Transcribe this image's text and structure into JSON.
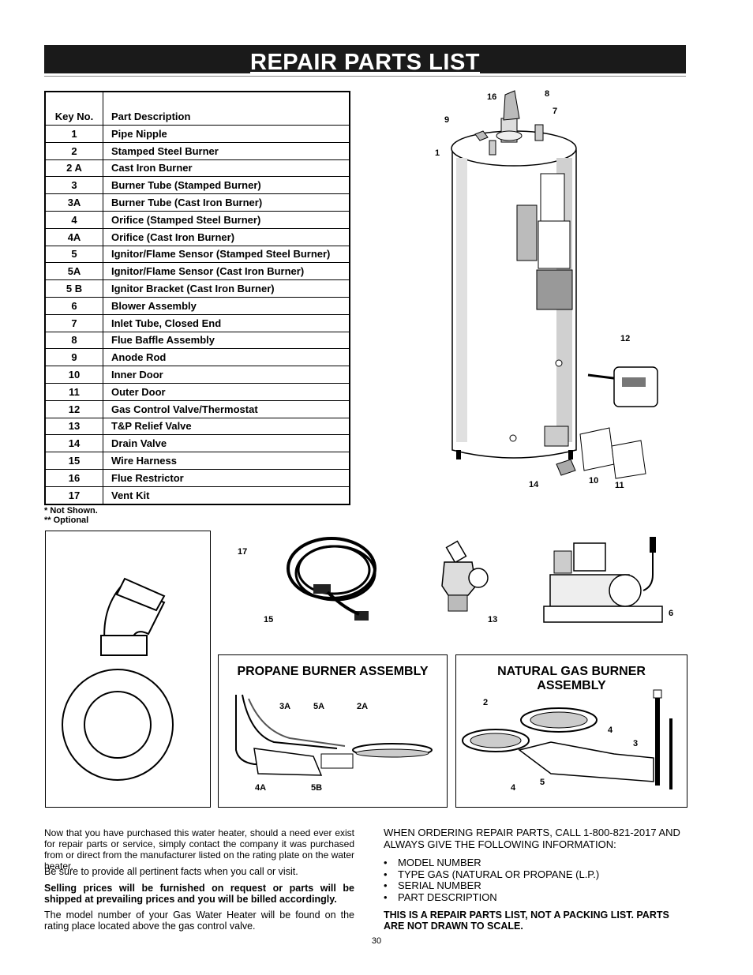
{
  "page": {
    "title": "REPAIR PARTS LIST",
    "page_number": "30"
  },
  "parts_table": {
    "headers": {
      "key": "Key No.",
      "description": "Part Description"
    },
    "rows": [
      {
        "key": "1",
        "description": "Pipe Nipple"
      },
      {
        "key": "2",
        "description": "Stamped Steel Burner"
      },
      {
        "key": "2 A",
        "description": "Cast Iron Burner"
      },
      {
        "key": "3",
        "description": "Burner Tube (Stamped Burner)"
      },
      {
        "key": "3A",
        "description": "Burner Tube (Cast Iron Burner)"
      },
      {
        "key": "4",
        "description": "Orifice (Stamped Steel Burner)"
      },
      {
        "key": "4A",
        "description": "Orifice (Cast Iron Burner)"
      },
      {
        "key": "5",
        "description": "Ignitor/Flame Sensor (Stamped Steel Burner)"
      },
      {
        "key": "5A",
        "description": "Ignitor/Flame Sensor (Cast Iron Burner)"
      },
      {
        "key": "5 B",
        "description": "Ignitor Bracket (Cast Iron Burner)"
      },
      {
        "key": "6",
        "description": "Blower Assembly"
      },
      {
        "key": "7",
        "description": "Inlet Tube, Closed End"
      },
      {
        "key": "8",
        "description": "Flue Baffle Assembly"
      },
      {
        "key": "9",
        "description": "Anode Rod"
      },
      {
        "key": "10",
        "description": "Inner Door"
      },
      {
        "key": "11",
        "description": "Outer Door"
      },
      {
        "key": "12",
        "description": "Gas Control Valve/Thermostat"
      },
      {
        "key": "13",
        "description": "T&P Relief Valve"
      },
      {
        "key": "14",
        "description": "Drain Valve"
      },
      {
        "key": "15",
        "description": "Wire Harness"
      },
      {
        "key": "16",
        "description": "Flue Restrictor"
      },
      {
        "key": "17",
        "description": "Vent Kit"
      }
    ],
    "footnotes": [
      "  * Not Shown.",
      "** Optional"
    ]
  },
  "heater_diagram": {
    "callouts": [
      "16",
      "8",
      "7",
      "9",
      "1",
      "12",
      "14",
      "10",
      "11"
    ]
  },
  "parts_figures": {
    "callouts": [
      "17",
      "15",
      "13",
      "6"
    ]
  },
  "propane_box": {
    "title": "PROPANE BURNER ASSEMBLY",
    "callouts": [
      "3A",
      "5A",
      "2A",
      "4A",
      "5B"
    ]
  },
  "natural_gas_box": {
    "title": "NATURAL GAS BURNER ASSEMBLY",
    "callouts": [
      "2",
      "4",
      "3",
      "4",
      "5"
    ]
  },
  "text_left": {
    "p1": "Now that you have purchased this water heater, should a need ever exist for repair parts or service, simply contact the company it was purchased from or direct from the manufacturer listed on the rating plate on the water heater.",
    "p2": "Be sure to provide all pertinent facts when you call or visit.",
    "p3": "Selling prices will be furnished on request or parts will be shipped at prevailing prices and you will be billed accordingly.",
    "p4": "The model number of your Gas Water Heater will be found on the rating place located above the gas control valve."
  },
  "text_right": {
    "intro": "WHEN ORDERING REPAIR PARTS, CALL 1-800-821-2017 AND ALWAYS GIVE THE FOLLOWING INFORMATION:",
    "items": [
      "MODEL NUMBER",
      "TYPE GAS (NATURAL OR PROPANE (L.P.)",
      "SERIAL NUMBER",
      "PART DESCRIPTION"
    ],
    "notice": "THIS IS A REPAIR PARTS LIST, NOT A PACKING LIST.  PARTS ARE NOT DRAWN TO SCALE."
  }
}
